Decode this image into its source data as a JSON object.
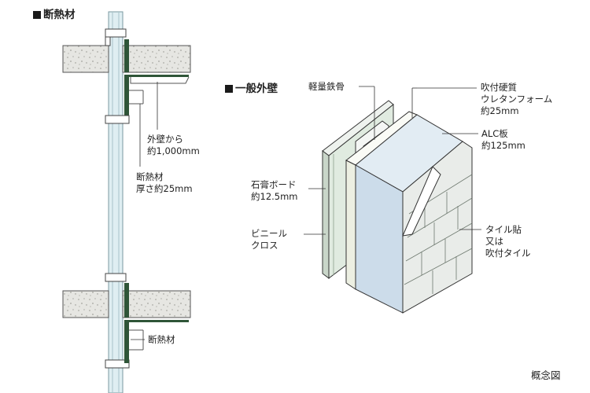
{
  "section_left": {
    "title": "断熱材",
    "label_distance": "外壁から\n約1,000mm",
    "label_insulation_thickness": "断熱材\n厚さ約25mm",
    "label_insulation_lower": "断熱材"
  },
  "section_right": {
    "title": "一般外壁",
    "label_steel": "軽量鉄骨",
    "label_urethane": "吹付硬質\nウレタンフォーム\n約25mm",
    "label_alc": "ALC板\n約125mm",
    "label_gypsum": "石膏ボード\n約12.5mm",
    "label_vinyl": "ビニール\nクロス",
    "label_tile": "タイル貼\n又は\n吹付タイル"
  },
  "footer": {
    "caption": "概念図"
  },
  "colors": {
    "concrete": "#e6e6e2",
    "insulation": "#2f5538",
    "glass": "#dfeef2",
    "alc": "#ccdcea",
    "gypsum": "#e0ebe0",
    "urethane": "#f4f6ec",
    "tile": "#e9ece9"
  }
}
